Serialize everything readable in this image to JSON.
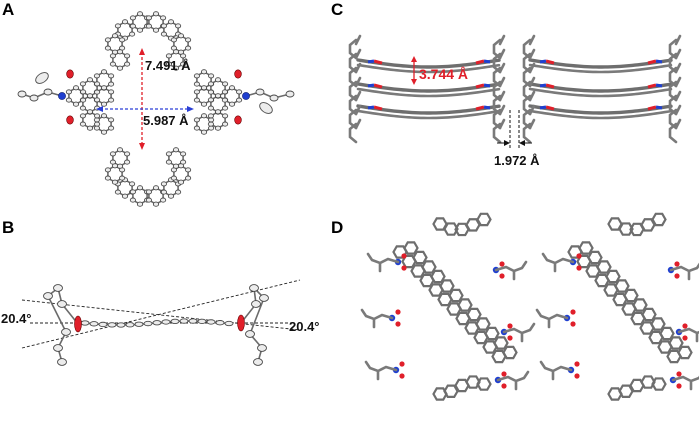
{
  "panels": {
    "a": {
      "label": "A",
      "distance_vertical": "7.491 Å",
      "distance_horizontal": "5.987 Å"
    },
    "b": {
      "label": "B",
      "angle_left": "20.4°",
      "angle_right": "20.4°"
    },
    "c": {
      "label": "C",
      "stacking_distance": "3.744 Å",
      "gap_distance": "1.972 Å"
    },
    "d": {
      "label": "D"
    }
  },
  "colors": {
    "carbon": "#7a7a7a",
    "oxygen": "#e01f2a",
    "nitrogen": "#1f3fd0",
    "red_arrow": "#e01f2a",
    "blue_arrow": "#2a3fd6"
  }
}
